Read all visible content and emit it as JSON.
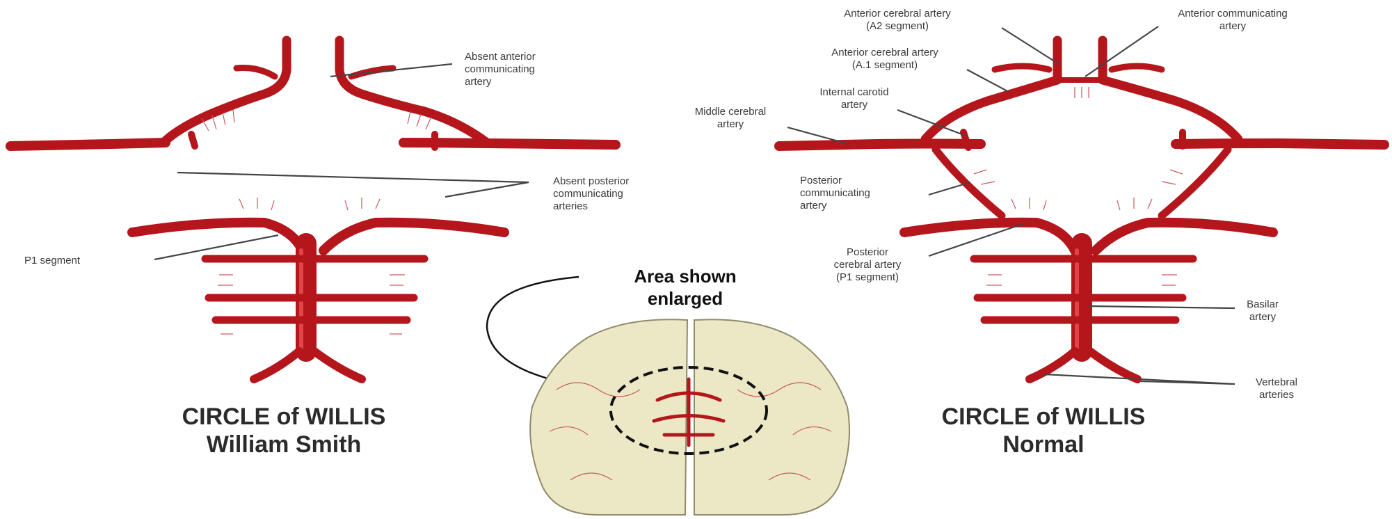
{
  "left_diagram": {
    "title_line1": "CIRCLE of WILLIS",
    "title_line2": "William Smith",
    "labels": {
      "absent_acom_1": "Absent anterior",
      "absent_acom_2": "communicating",
      "absent_acom_3": "artery",
      "absent_pcom_1": "Absent posterior",
      "absent_pcom_2": "communicating",
      "absent_pcom_3": "arteries",
      "p1_segment": "P1 segment"
    }
  },
  "center": {
    "label_line1": "Area shown",
    "label_line2": "enlarged"
  },
  "right_diagram": {
    "title_line1": "CIRCLE of WILLIS",
    "title_line2": "Normal",
    "labels": {
      "aca_a2_1": "Anterior cerebral artery",
      "aca_a2_2": "(A2 segment)",
      "acom_1": "Anterior communicating",
      "acom_2": "artery",
      "aca_a1_1": "Anterior cerebral artery",
      "aca_a1_2": "(A.1 segment)",
      "ica_1": "Internal carotid",
      "ica_2": "artery",
      "mca_1": "Middle cerebral",
      "mca_2": "artery",
      "pcom_1": "Posterior",
      "pcom_2": "communicating",
      "pcom_3": "artery",
      "pca_1": "Posterior",
      "pca_2": "cerebral artery",
      "pca_3": "(P1 segment)",
      "basilar_1": "Basilar",
      "basilar_2": "artery",
      "vertebral_1": "Vertebral",
      "vertebral_2": "arteries"
    }
  },
  "colors": {
    "artery": "#b5161c",
    "brain": "#ece8c6"
  }
}
